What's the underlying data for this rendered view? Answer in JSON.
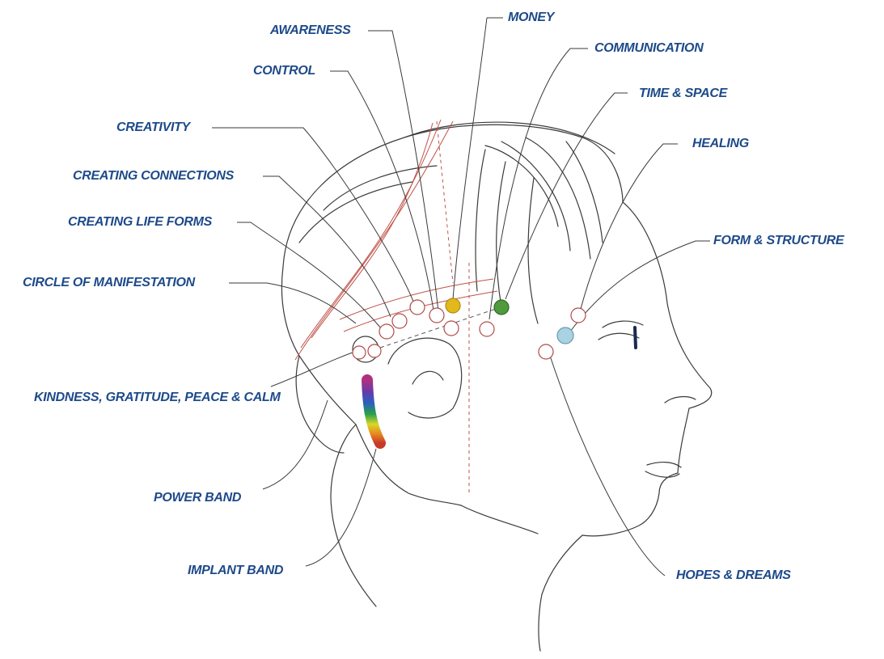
{
  "colors": {
    "label": "#1d4a8a",
    "outline": "#3a3a3a",
    "red_lines": "#c0524a",
    "dot_yellow": "#e3b81c",
    "dot_green": "#4f9a3c",
    "dot_blue": "#a9d3e2",
    "dot_empty_stroke": "#b04a48"
  },
  "labels": {
    "money": "MONEY",
    "awareness": "AWARENESS",
    "communication": "COMMUNICATION",
    "control": "CONTROL",
    "time_space": "TIME & SPACE",
    "healing": "HEALING",
    "creativity": "CREATIVITY",
    "creating_connections": "CREATING CONNECTIONS",
    "creating_life_forms": "CREATING LIFE FORMS",
    "form_structure": "FORM & STRUCTURE",
    "circle_of_manifestation": "CIRCLE OF MANIFESTATION",
    "kindness": "KINDNESS, GRATITUDE, PEACE & CALM",
    "power_band": "POWER BAND",
    "implant_band": "IMPLANT BAND",
    "hopes_dreams": "HOPES & DREAMS"
  },
  "icons": {
    "figure": "head-profile-outline-icon",
    "band": "rainbow-band-icon"
  }
}
